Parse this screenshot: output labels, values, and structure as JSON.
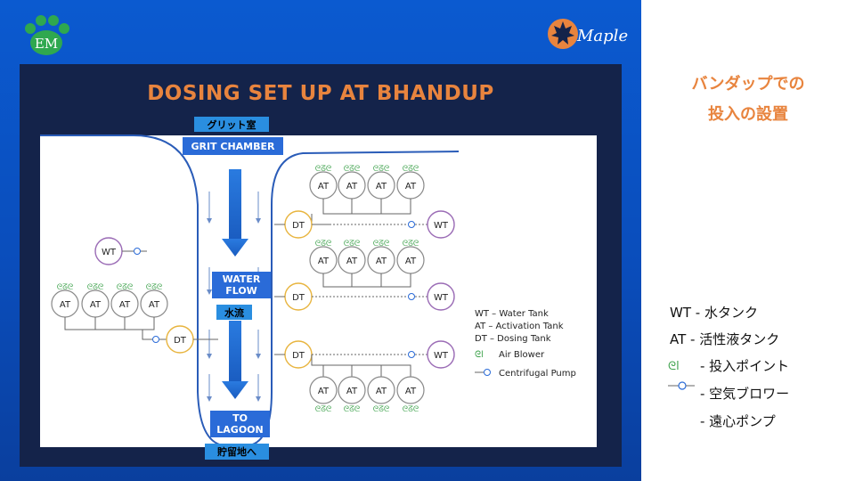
{
  "slide": {
    "title": "DOSING SET UP AT BHANDUP",
    "logos": {
      "left": "EM",
      "right": "Maple"
    },
    "colors": {
      "accent_orange": "#e8843e",
      "bg_blue": "#0b5ad0",
      "panel_dark": "#14234a"
    }
  },
  "diagram": {
    "grit_jp": "グリット室",
    "grit_chamber": "GRIT CHAMBER",
    "water_flow": "WATER FLOW",
    "water_flow_jp": "水流",
    "to_lagoon": "TO LAGOON",
    "to_lagoon_jp": "貯留地へ",
    "tank_labels": {
      "wt": "WT",
      "at": "AT",
      "dt": "DT"
    },
    "legend": {
      "wt": "WT – Water Tank",
      "at": "AT – Activation Tank",
      "dt": "DT – Dosing Tank",
      "blower": "Air Blower",
      "pump": "Centrifugal Pump"
    }
  },
  "right_panel": {
    "heading_line1": "バンダップでの",
    "heading_line2": "投入の設置",
    "legend_wt": "WT - 水タンク",
    "legend_at": "AT  - 活性液タンク",
    "legend_blower": "- 投入ポイント",
    "legend_pump": "- 空気ブロワー",
    "legend_extra": "- 遠心ポンプ"
  }
}
